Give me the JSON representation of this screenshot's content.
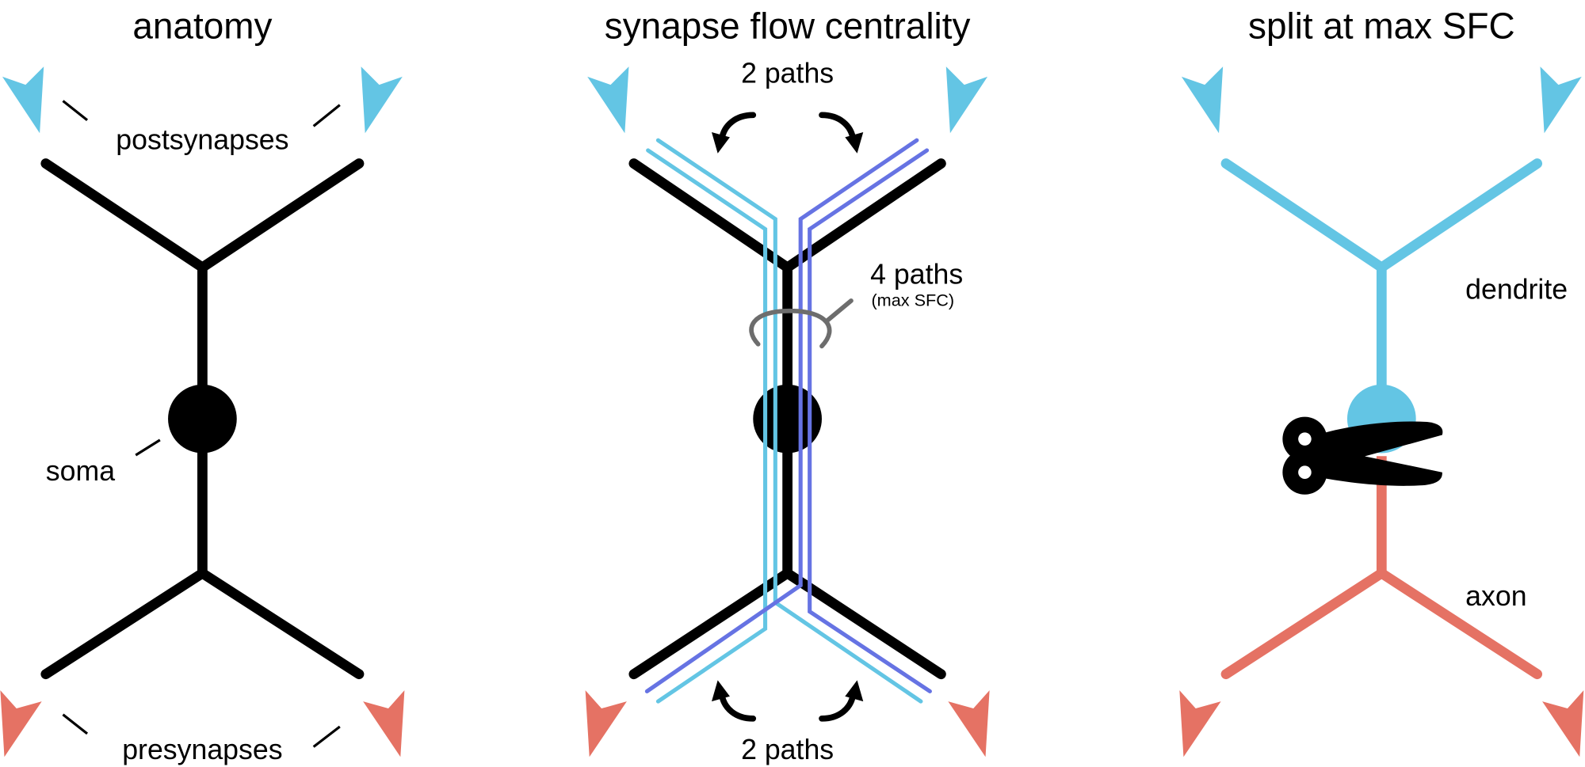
{
  "colors": {
    "postsynapse": "#63C5E4",
    "presynapse": "#E57264",
    "path_a": "#63C5E4",
    "path_b": "#6673E3",
    "ring": "#6D6D6D",
    "neuron": "#000000"
  },
  "panels": [
    {
      "title": "anatomy",
      "labels": {
        "postsynapses": "postsynapses",
        "presynapses": "presynapses",
        "soma": "soma"
      }
    },
    {
      "title": "synapse flow centrality",
      "labels": {
        "top_paths": "2 paths",
        "bottom_paths": "2 paths",
        "max_paths": "4 paths",
        "max_note": "(max SFC)"
      }
    },
    {
      "title": "split at max SFC",
      "labels": {
        "dendrite": "dendrite",
        "axon": "axon"
      },
      "icon": "scissors-icon"
    }
  ]
}
